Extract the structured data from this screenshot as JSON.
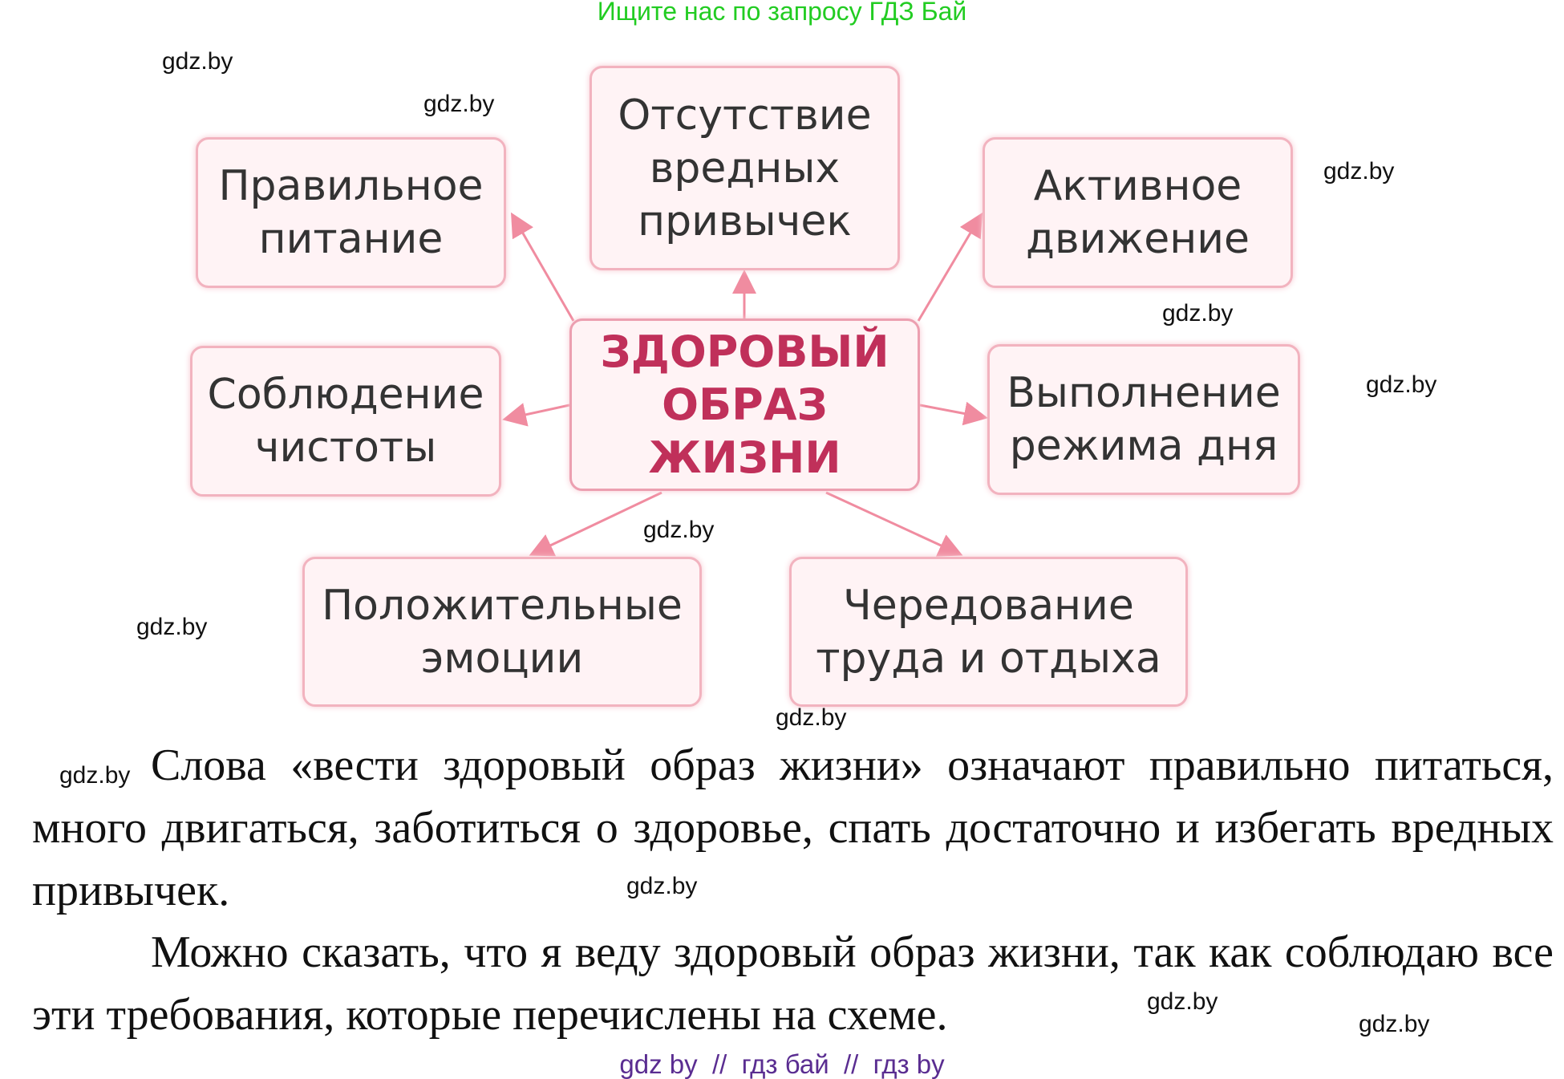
{
  "header": {
    "search_hint": "Ищите нас по запросу ГДЗ Бай"
  },
  "diagram": {
    "center": "ЗДОРОВЫЙ\nОБРАЗ\nЖИЗНИ",
    "nodes": [
      "Правильное\nпитание",
      "Отсутствие\nвредных\nпривычек",
      "Активное\nдвижение",
      "Соблюдение\nчистоты",
      "Выполнение\nрежима дня",
      "Положительные\nэмоции",
      "Чередование\nтруда и отдыха"
    ]
  },
  "watermark": "gdz.by",
  "text": {
    "p1": "Слова «вести здоровый образ жизни» означают правильно питаться, много двигаться, заботиться о здоровье, спать достаточно и избегать вредных привычек.",
    "p2": "Можно сказать, что я веду здоровый образ жизни, так как соблюдаю все эти требования, которые перечислены на схеме."
  },
  "footer": "gdz by  //  гдз бай  //  гдз by",
  "colors": {
    "accent": "#c0305a",
    "arrow": "#f08ca0",
    "border": "#f2b3bf",
    "top": "#22cc22",
    "footer": "#5a2d91"
  }
}
